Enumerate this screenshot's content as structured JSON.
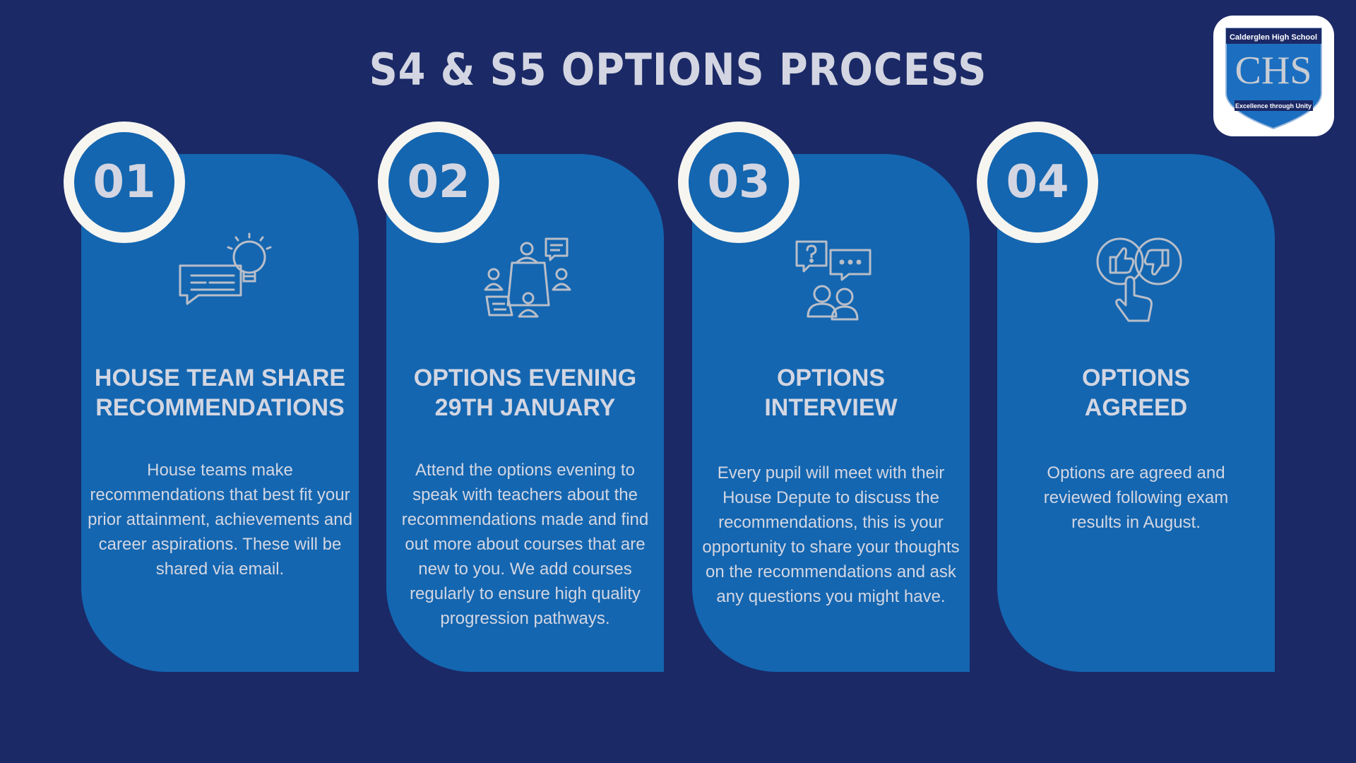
{
  "title": "S4 & S5 OPTIONS PROCESS",
  "logo": {
    "school_name": "Calderglen High School",
    "monogram": "CHS",
    "motto": "Excellence through Unity"
  },
  "colors": {
    "background": "#1b2966",
    "card": "#1466b0",
    "text": "#d3d6e2",
    "ring": "#f6f5f0"
  },
  "steps": [
    {
      "number": "01",
      "icon": "speech-bubble-lightbulb-icon",
      "heading_line1": "HOUSE TEAM SHARE",
      "heading_line2": "RECOMMENDATIONS",
      "body": "House teams make recommendations that best fit your prior attainment, achievements and career aspirations. These will be shared via email."
    },
    {
      "number": "02",
      "icon": "meeting-table-icon",
      "heading_line1": "OPTIONS EVENING",
      "heading_line2": "29TH JANUARY",
      "body": "Attend the options evening to speak with teachers about the recommendations made and find out more about courses that are new to you. We add courses regularly to ensure high quality progression pathways."
    },
    {
      "number": "03",
      "icon": "people-conversation-icon",
      "heading_line1": "OPTIONS",
      "heading_line2": "INTERVIEW",
      "body": "Every pupil will meet with their House Depute to discuss the recommendations, this is your opportunity to share your thoughts on the recommendations and ask any questions you might have."
    },
    {
      "number": "04",
      "icon": "thumbs-up-down-icon",
      "heading_line1": "OPTIONS",
      "heading_line2": "AGREED",
      "body": "Options are agreed and reviewed following exam results in August."
    }
  ]
}
